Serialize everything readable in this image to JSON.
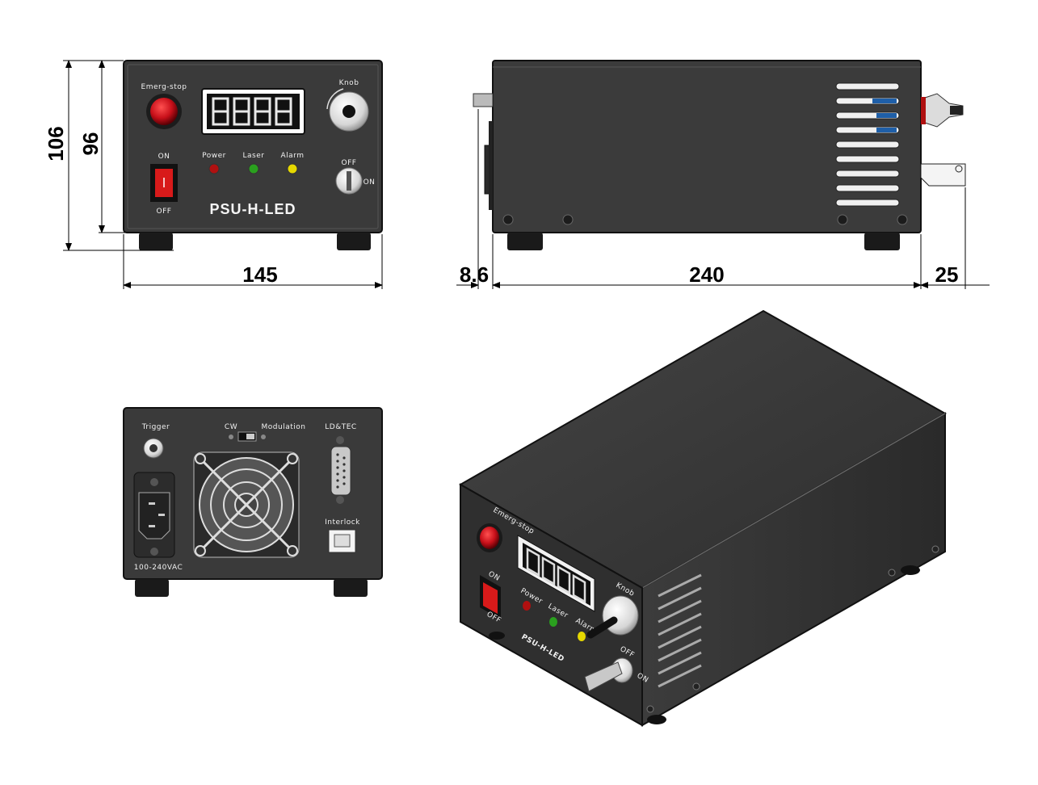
{
  "dimensions": {
    "front_height_outer": "106",
    "front_height_inner": "96",
    "front_width": "145",
    "side_left_offset": "8.6",
    "side_length": "240",
    "side_right_offset": "25"
  },
  "front_panel": {
    "emerg_stop": "Emerg-stop",
    "knob": "Knob",
    "on": "ON",
    "off": "OFF",
    "power": "Power",
    "laser": "Laser",
    "alarm": "Alarm",
    "key_off": "OFF",
    "key_on": "ON",
    "model": "PSU-H-LED"
  },
  "rear_panel": {
    "trigger": "Trigger",
    "cw": "CW",
    "modulation": "Modulation",
    "ld_tec": "LD&TEC",
    "interlock": "Interlock",
    "ac_input": "100-240VAC"
  },
  "iso_view": {
    "emerg_stop": "Emerg-stop",
    "on": "ON",
    "off": "OFF",
    "power": "Power",
    "laser": "Laser",
    "alarm": "Alarm",
    "knob": "Knob",
    "key_off": "OFF",
    "key_on": "ON",
    "model": "PSU-H-LED"
  },
  "colors": {
    "body": "#3a3a3a",
    "body_dark": "#262626",
    "emergency": "#c8101a",
    "led_power": "#b01010",
    "led_laser": "#2aa01e",
    "led_alarm": "#e6d800"
  }
}
